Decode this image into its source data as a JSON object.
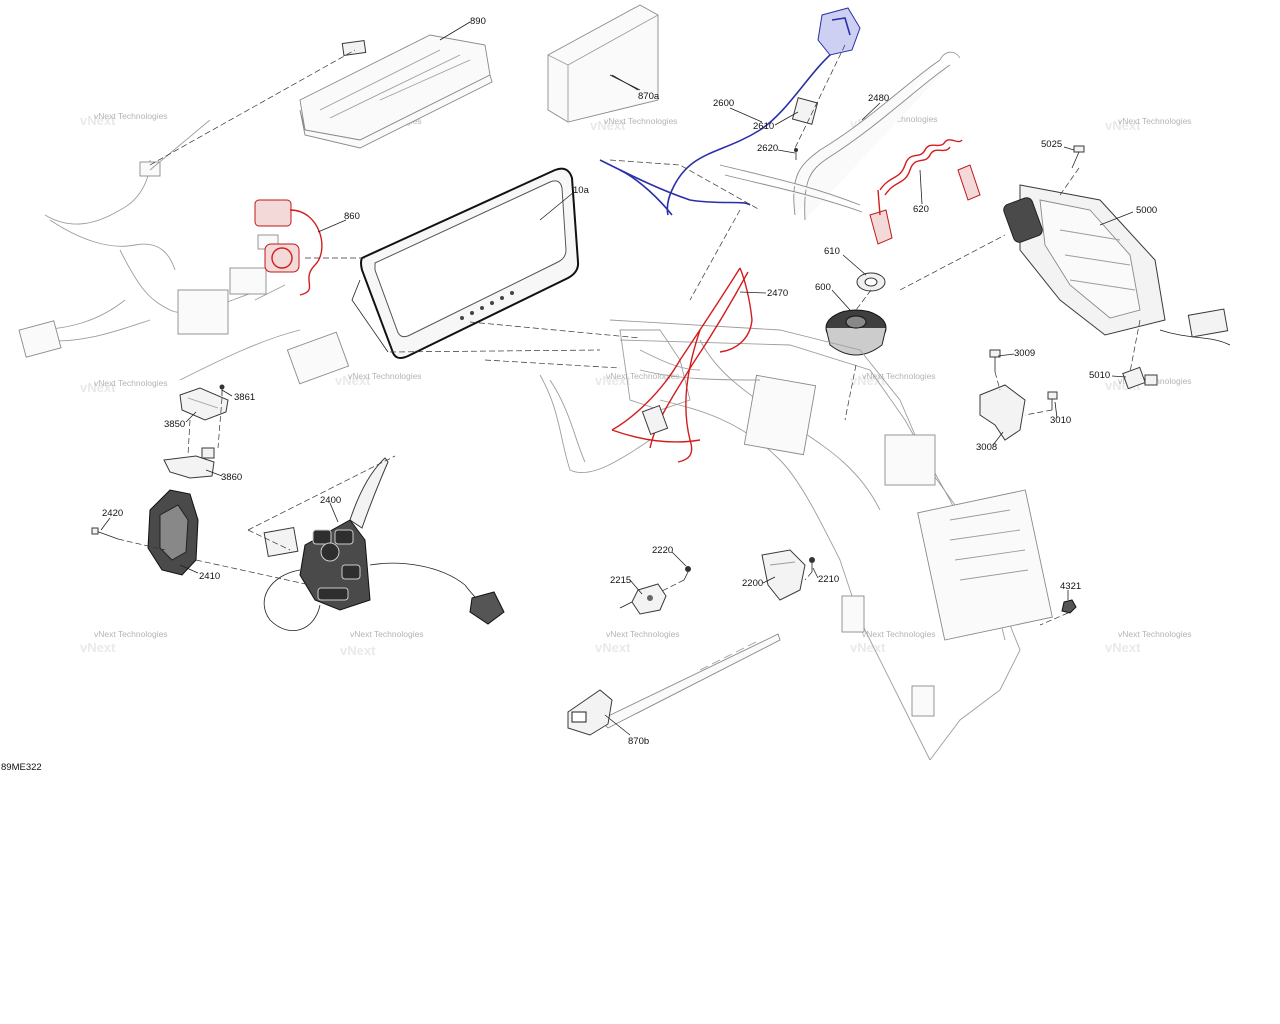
{
  "diagram": {
    "code": "89ME322",
    "watermark": "vNext Technologies",
    "callouts": {
      "c890": "890",
      "c870a": "870a",
      "c870b": "870b",
      "c2600": "2600",
      "c2610": "2610",
      "c2620": "2620",
      "c2480": "2480",
      "c620": "620",
      "c860": "860",
      "c10a": "10a",
      "c5025": "5025",
      "c5000": "5000",
      "c610": "610",
      "c600": "600",
      "c2470": "2470",
      "c3009": "3009",
      "c5010": "5010",
      "c3861": "3861",
      "c3850": "3850",
      "c3008": "3008",
      "c3010": "3010",
      "c3860": "3860",
      "c2400": "2400",
      "c2420": "2420",
      "c2410": "2410",
      "c2220": "2220",
      "c2215": "2215",
      "c2200": "2200",
      "c2210": "2210",
      "c4321": "4321"
    }
  }
}
